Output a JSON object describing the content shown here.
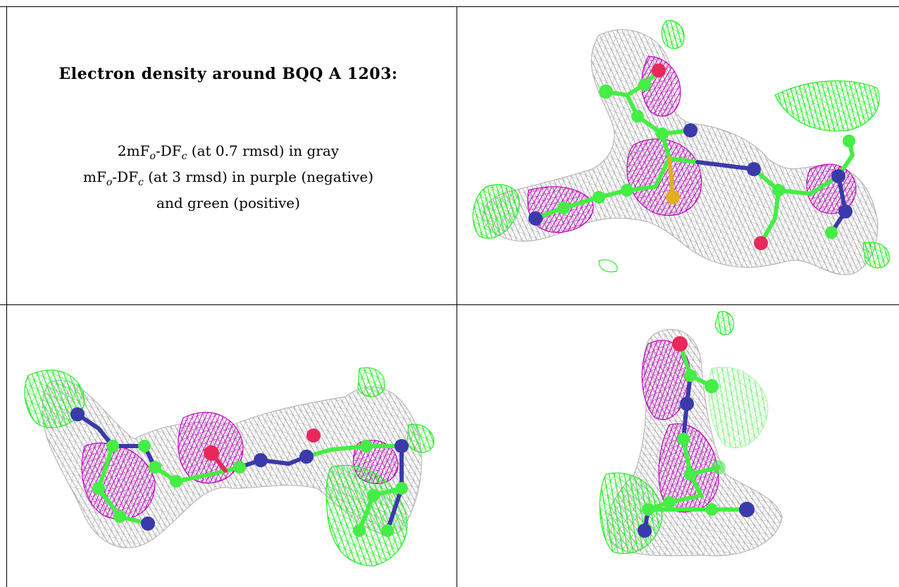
{
  "caption": {
    "heading": "Electron density around BQQ A 1203:",
    "line1": {
      "pre": "2mF",
      "sub1": "o",
      "mid": "-DF",
      "sub2": "c",
      "post": " (at 0.7 rmsd) in gray"
    },
    "line2": {
      "pre": "mF",
      "sub1": "o",
      "mid": "-DF",
      "sub2": "c",
      "post": " (at 3 rmsd) in purple (negative)"
    },
    "line3": "and green (positive)"
  },
  "colors": {
    "gray_mesh": "#a9a9a9",
    "purple_mesh": "#c000c0",
    "green_mesh": "#22ee22",
    "carbon": "#44ee44",
    "nitrogen": "#3a3aaa",
    "oxygen": "#e8285a",
    "sulfur": "#e0b020"
  },
  "views": [
    {
      "name": "view-top-right"
    },
    {
      "name": "view-bottom-left"
    },
    {
      "name": "view-bottom-right"
    }
  ]
}
